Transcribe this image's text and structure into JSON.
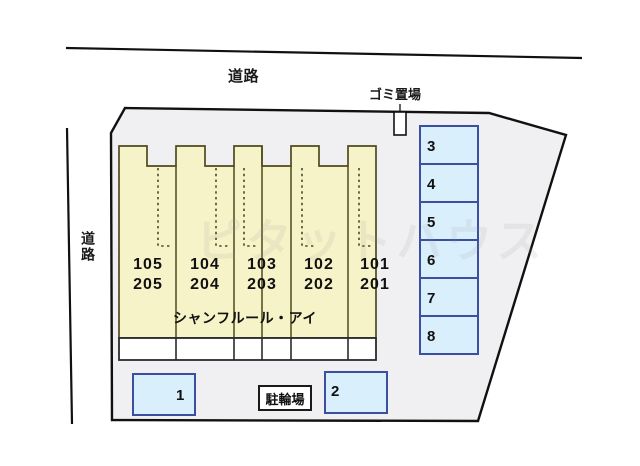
{
  "site": {
    "building_name": "シャンフルール・アイ",
    "watermark": "ピタットハウス"
  },
  "roads": [
    {
      "name": "road-top",
      "label": "道路",
      "orientation": "horizontal"
    },
    {
      "name": "road-left",
      "label": "道路",
      "orientation": "vertical"
    }
  ],
  "facilities": {
    "garbage": {
      "label": "ゴミ置場"
    },
    "bicycle": {
      "label": "駐輪場"
    }
  },
  "building": {
    "units": [
      {
        "floor1": "105",
        "floor2": "205"
      },
      {
        "floor1": "104",
        "floor2": "204"
      },
      {
        "floor1": "103",
        "floor2": "203"
      },
      {
        "floor1": "102",
        "floor2": "202"
      },
      {
        "floor1": "101",
        "floor2": "201"
      }
    ]
  },
  "parking": {
    "right_column": [
      "3",
      "4",
      "5",
      "6",
      "7",
      "8"
    ],
    "bottom": [
      "1",
      "2"
    ]
  },
  "colors": {
    "building_fill": "#f7f3c8",
    "building_stroke": "#4d4a1e",
    "parking_fill": "#d9effc",
    "parking_stroke": "#3a4fa0",
    "lot_fill": "#f0f0f2",
    "lot_stroke": "#111111",
    "road_line": "#111111",
    "text": "#111111"
  }
}
